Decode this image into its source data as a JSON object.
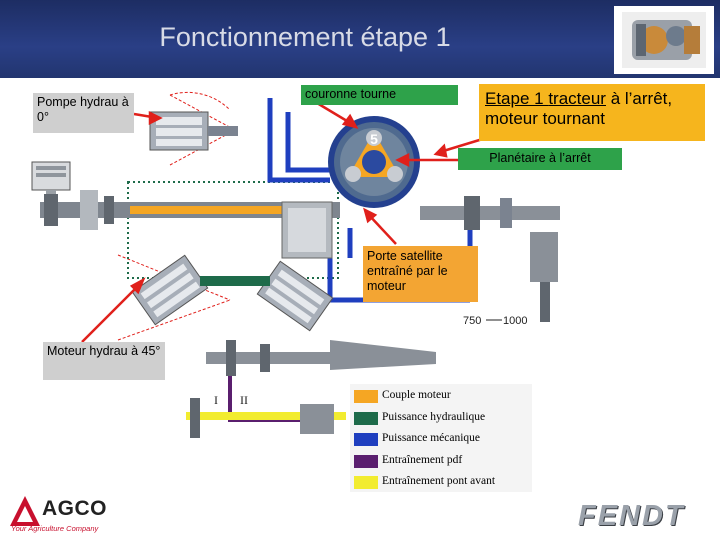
{
  "title": "Fonctionnement étape 1",
  "labels": {
    "pompe": "Pompe hydrau à 0°",
    "couronne": "couronne tourne",
    "etape_bold": "Etape 1 ",
    "etape_underlined": "tracteur",
    "etape_rest": " à l’arrêt, moteur tournant",
    "planetaire": "Planétaire à l’arrêt",
    "porte_satellite": "Porte satellite entraîné par le moteur",
    "moteur_hydrau": "Moteur hydrau à 45°"
  },
  "diagram": {
    "speed_label_low": "750",
    "speed_label_high": "1000",
    "pdf_roman_1": "I",
    "pdf_roman_2": "II",
    "gear_number": "5"
  },
  "legend": [
    {
      "label": "Couple moteur",
      "color": "#f5a623"
    },
    {
      "label": "Puissance hydraulique",
      "color": "#1e6b4a"
    },
    {
      "label": "Puissance mécanique",
      "color": "#1f3fbf"
    },
    {
      "label": "Entraînement pdf",
      "color": "#5a1e6e"
    },
    {
      "label": "Entraînement pont avant",
      "color": "#f2ec2f"
    }
  ],
  "colors": {
    "header": "#26397a",
    "label_grey": "#cfcfcf",
    "label_green": "#2ea24a",
    "label_orange": "#f3a533",
    "label_yellow_orange": "#f6b51d",
    "arrow_red": "#e0201b",
    "agco_red": "#c8102e"
  },
  "logos": {
    "agco": "AGCO",
    "agco_tagline": "Your Agriculture Company",
    "fendt": "FENDT"
  }
}
